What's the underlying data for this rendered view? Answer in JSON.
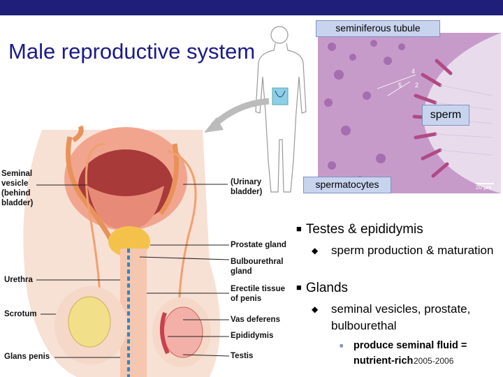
{
  "slide": {
    "title": "Male reproductive system",
    "footer": "2005-2006",
    "accent_color": "#1f1f7a",
    "title_color": "#1a1a8a"
  },
  "micrograph": {
    "labels": {
      "seminiferous_tubule": "seminiferous tubule",
      "sperm": "sperm",
      "spermatocytes": "spermatocytes"
    },
    "scale": "20 µm",
    "numbers": [
      "4",
      "5",
      "2"
    ]
  },
  "anatomy_labels": {
    "seminal_vesicle": "Seminal\nvesicle\n(behind\nbladder)",
    "urinary_bladder": "(Urinary\nbladder)",
    "prostate_gland": "Prostate gland",
    "bulbourethral_gland": "Bulbourethral\ngland",
    "urethra": "Urethra",
    "erectile_tissue": "Erectile tissue\nof penis",
    "scrotum": "Scrotum",
    "vas_deferens": "Vas deferens",
    "epididymis": "Epididymis",
    "glans_penis": "Glans penis",
    "testis": "Testis"
  },
  "bullets": [
    {
      "text": "Testes & epididymis",
      "sub": [
        {
          "text": "sperm production & maturation"
        }
      ]
    },
    {
      "text": "Glands",
      "sub": [
        {
          "text": "seminal vesicles, prostate, bulbourethal",
          "sub": [
            {
              "text": "produce seminal fluid = nutrient-rich"
            }
          ]
        }
      ]
    }
  ],
  "icons": {
    "level1_bullet": "square-bullet-icon",
    "level2_bullet": "diamond-bullet-icon",
    "level3_bullet": "small-square-bullet-icon"
  }
}
